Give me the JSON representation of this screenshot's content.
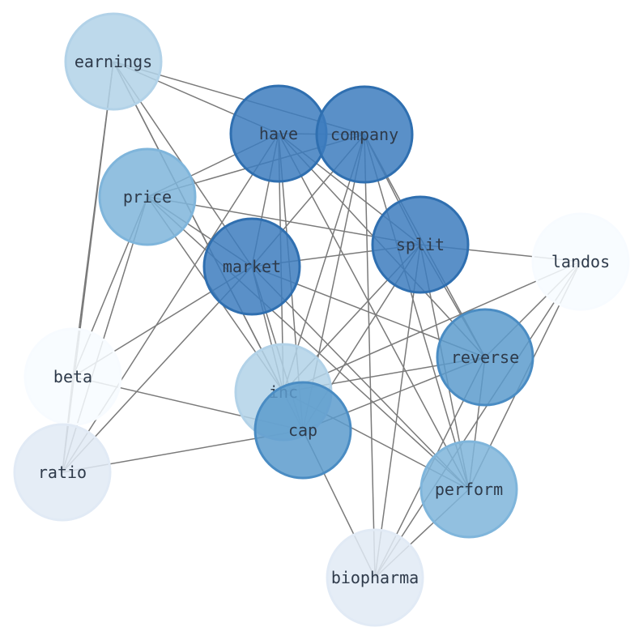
{
  "nodes": [
    {
      "id": "earnings",
      "label": "earnings",
      "fill": "#b2d2e8",
      "stroke": "#b2d2e8"
    },
    {
      "id": "have",
      "label": "have",
      "fill": "#3d7dbe",
      "stroke": "#2f6fb0"
    },
    {
      "id": "company",
      "label": "company",
      "fill": "#3d7dbe",
      "stroke": "#2f6fb0"
    },
    {
      "id": "price",
      "label": "price",
      "fill": "#7fb5db",
      "stroke": "#7fb5db"
    },
    {
      "id": "split",
      "label": "split",
      "fill": "#3d7dbe",
      "stroke": "#2f6fb0"
    },
    {
      "id": "landos",
      "label": "landos",
      "fill": "#f7fbff",
      "stroke": "#f7fbff"
    },
    {
      "id": "market",
      "label": "market",
      "fill": "#3d7dbe",
      "stroke": "#2f6fb0"
    },
    {
      "id": "reverse",
      "label": "reverse",
      "fill": "#5c9bcc",
      "stroke": "#4a8cc3"
    },
    {
      "id": "beta",
      "label": "beta",
      "fill": "#f7fbff",
      "stroke": "#f7fbff"
    },
    {
      "id": "inc",
      "label": "inc",
      "fill": "#b2d2e8",
      "stroke": "#b2d2e8"
    },
    {
      "id": "cap",
      "label": "cap",
      "fill": "#5c9bcc",
      "stroke": "#4a8cc3"
    },
    {
      "id": "ratio",
      "label": "ratio",
      "fill": "#e1eaf5",
      "stroke": "#e1eaf5"
    },
    {
      "id": "perform",
      "label": "perform",
      "fill": "#7fb5db",
      "stroke": "#7fb5db"
    },
    {
      "id": "biopharma",
      "label": "biopharma",
      "fill": "#e1eaf5",
      "stroke": "#e1eaf5"
    }
  ],
  "edges": [
    [
      "earnings",
      "have"
    ],
    [
      "earnings",
      "company"
    ],
    [
      "earnings",
      "market"
    ],
    [
      "earnings",
      "inc"
    ],
    [
      "earnings",
      "beta"
    ],
    [
      "earnings",
      "ratio"
    ],
    [
      "earnings",
      "cap"
    ],
    [
      "have",
      "company"
    ],
    [
      "have",
      "price"
    ],
    [
      "have",
      "split"
    ],
    [
      "have",
      "market"
    ],
    [
      "have",
      "reverse"
    ],
    [
      "have",
      "inc"
    ],
    [
      "have",
      "cap"
    ],
    [
      "have",
      "perform"
    ],
    [
      "have",
      "ratio"
    ],
    [
      "company",
      "price"
    ],
    [
      "company",
      "split"
    ],
    [
      "company",
      "market"
    ],
    [
      "company",
      "reverse"
    ],
    [
      "company",
      "inc"
    ],
    [
      "company",
      "cap"
    ],
    [
      "company",
      "perform"
    ],
    [
      "company",
      "biopharma"
    ],
    [
      "price",
      "split"
    ],
    [
      "price",
      "market"
    ],
    [
      "price",
      "inc"
    ],
    [
      "price",
      "beta"
    ],
    [
      "price",
      "ratio"
    ],
    [
      "price",
      "perform"
    ],
    [
      "split",
      "market"
    ],
    [
      "split",
      "landos"
    ],
    [
      "split",
      "reverse"
    ],
    [
      "split",
      "inc"
    ],
    [
      "split",
      "cap"
    ],
    [
      "split",
      "perform"
    ],
    [
      "split",
      "biopharma"
    ],
    [
      "market",
      "reverse"
    ],
    [
      "market",
      "beta"
    ],
    [
      "market",
      "inc"
    ],
    [
      "market",
      "cap"
    ],
    [
      "market",
      "perform"
    ],
    [
      "market",
      "ratio"
    ],
    [
      "landos",
      "inc"
    ],
    [
      "landos",
      "reverse"
    ],
    [
      "landos",
      "perform"
    ],
    [
      "landos",
      "biopharma"
    ],
    [
      "reverse",
      "inc"
    ],
    [
      "reverse",
      "cap"
    ],
    [
      "reverse",
      "perform"
    ],
    [
      "reverse",
      "biopharma"
    ],
    [
      "beta",
      "cap"
    ],
    [
      "inc",
      "perform"
    ],
    [
      "cap",
      "ratio"
    ],
    [
      "cap",
      "biopharma"
    ],
    [
      "perform",
      "biopharma"
    ],
    [
      "beta",
      "ratio"
    ]
  ]
}
